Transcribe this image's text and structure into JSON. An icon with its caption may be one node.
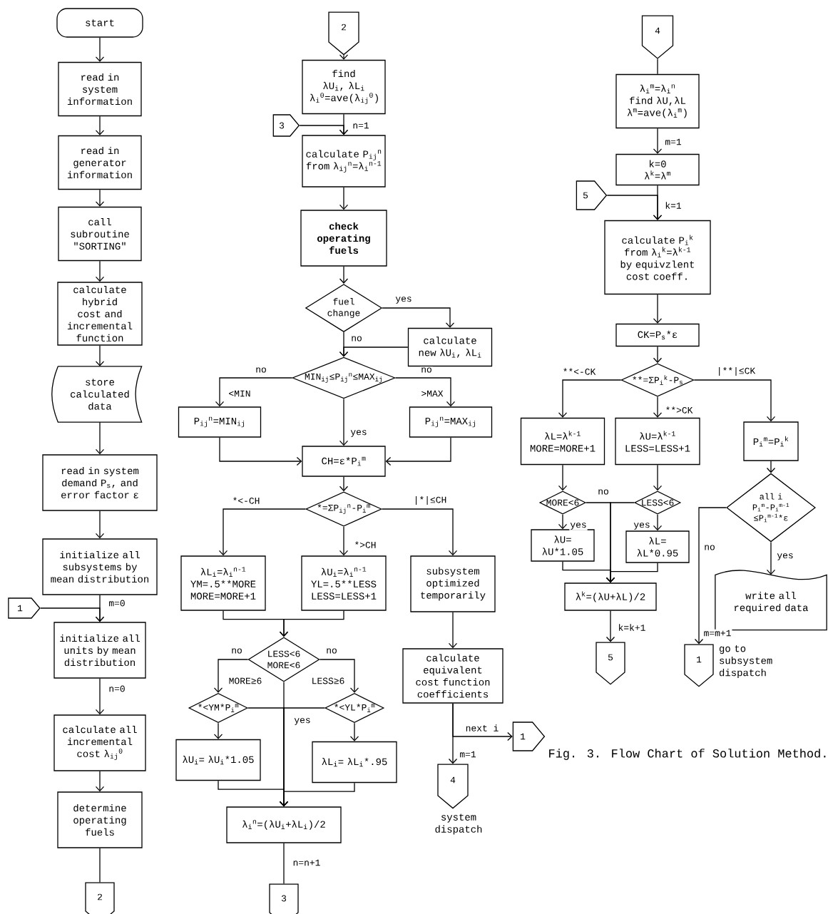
{
  "diagram": {
    "caption": "Fig. 3.  Flow Chart of Solution Method.",
    "nodes": [
      {
        "text": [
          "start"
        ]
      },
      {
        "text": [
          "read in system information"
        ]
      },
      {
        "text": [
          "read in generator information"
        ]
      },
      {
        "text": [
          "call subroutine \"SORTING\""
        ]
      },
      {
        "text": [
          "calculate hybrid cost and incremental function"
        ]
      },
      {
        "text": [
          "store calculated data"
        ]
      },
      {
        "text": [
          "read in system demand P$_{s}$, and error factor ε"
        ]
      },
      {
        "text": [
          "initialize all subsystems by mean distribution"
        ]
      },
      {
        "text": [
          "1"
        ]
      },
      {
        "text": [
          "initialize all units by mean distribution"
        ]
      },
      {
        "text": [
          "calculate all incremental cost λ$_{ij}$$^{0}$"
        ]
      },
      {
        "text": [
          "determine operating fuels"
        ]
      },
      {
        "text": [
          "2"
        ]
      },
      {
        "text": [
          "2"
        ]
      },
      {
        "text": [
          "find λU$_{i}$, λL$_{i}$ λ$_{i}$$^{0}$=ave(λ$_{ij}$$^{0}$)"
        ]
      },
      {
        "text": [
          "3"
        ]
      },
      {
        "text": [
          "calculate P$_{ij}$$^{n}$ from λ$_{ij}$$^{n}$=λ$_{i}$$^{n-1}$"
        ]
      },
      {
        "text": [
          "check operating fuels"
        ]
      },
      {
        "text": [
          "fuel change"
        ]
      },
      {
        "text": [
          "calculate new λU$_{i}$, λL$_{i}$"
        ]
      },
      {
        "text": [
          "MIN$_{ij}$≤P$_{ij}$$^{n}$≤MAX$_{ij}$"
        ]
      },
      {
        "text": [
          "P$_{ij}$$^{n}$=MIN$_{ij}$"
        ]
      },
      {
        "text": [
          "P$_{ij}$$^{n}$=MAX$_{ij}$"
        ]
      },
      {
        "text": [
          "CH=ε*P$_{i}$$^{m}$"
        ]
      },
      {
        "text": [
          "*=ΣP$_{ij}$$^{n}$-P$_{i}$$^{m}$"
        ]
      },
      {
        "text": [
          "λL$_{i}$=λ$_{i}$$^{n-1}$ YM=.5**MORE MORE=MORE+1"
        ]
      },
      {
        "text": [
          "λU$_{i}$=λ$_{i}$$^{n-1}$ YL=.5**LESS LESS=LESS+1"
        ]
      },
      {
        "text": [
          "subsystem optimized temporarily"
        ]
      },
      {
        "text": [
          "LESS<6 MORE<6"
        ]
      },
      {
        "text": [
          "*<YM*P$_{i}$$^{m}$"
        ]
      },
      {
        "text": [
          "*<YL*P$_{i}$$^{m}$"
        ]
      },
      {
        "text": [
          "λU$_{i}$= λU$_{i}$*1.05"
        ]
      },
      {
        "text": [
          "λL$_{i}$= λL$_{i}$*.95"
        ]
      },
      {
        "text": [
          "λ$_{i}$$^{n}$=(λU$_{i}$+λL$_{i}$)/2"
        ]
      },
      {
        "text": [
          "3"
        ]
      },
      {
        "text": [
          "calculate equivalent cost function coefficients"
        ]
      },
      {
        "text": [
          "1"
        ]
      },
      {
        "text": [
          "4"
        ],
        "beside": [
          "system dispatch"
        ]
      },
      {
        "text": [
          "4"
        ]
      },
      {
        "text": [
          "λ$_{i}$$^{m}$=λ$_{i}$$^{n}$ find λU,λL λ$^{m}$=ave(λ$_{i}$$^{m}$)"
        ]
      },
      {
        "text": [
          "k=0 λ$^{k}$=λ$^{m}$"
        ]
      },
      {
        "text": [
          "5"
        ]
      },
      {
        "text": [
          "calculate P$_{i}$$^{k}$ from λ$_{i}$$^{k}$=λ$^{k-1}$ by equivzlent cost coeff."
        ]
      },
      {
        "text": [
          "CK=P$_{s}$*ε"
        ]
      },
      {
        "text": [
          "**=ΣP$_{i}$$^{k}$-P$_{s}$"
        ]
      },
      {
        "text": [
          "λL=λ$^{k-1}$ MORE=MORE+1"
        ]
      },
      {
        "text": [
          "λU=λ$^{k-1}$ LESS=LESS+1"
        ]
      },
      {
        "text": [
          "P$_{i}$$^{m}$=P$_{i}$$^{k}$"
        ]
      },
      {
        "text": [
          "MORE<6"
        ]
      },
      {
        "text": [
          "LESS<6"
        ]
      },
      {
        "text": [
          "all i P$_{i}$$^{m}$-P$_{i}$$^{m-1}$ ≤P$_{i}$$^{m-1}$*ε"
        ]
      },
      {
        "text": [
          "λU= λU*1.05"
        ]
      },
      {
        "text": [
          "λL= λL*0.95"
        ]
      },
      {
        "text": [
          "λ$^{k}$=(λU+λL)/2"
        ]
      },
      {
        "text": [
          "5"
        ]
      },
      {
        "text": [
          "write all required data"
        ]
      },
      {
        "text": [
          "1"
        ],
        "beside": [
          "go to subsystem dispatch"
        ]
      }
    ],
    "edges": [
      {
        "from": 0,
        "to": 1,
        "arrow": "to"
      },
      {
        "from": 1,
        "to": 2,
        "arrow": "to"
      },
      {
        "from": 2,
        "to": 3,
        "arrow": "to"
      },
      {
        "from": 3,
        "to": 4,
        "arrow": "to"
      },
      {
        "from": 4,
        "to": 5,
        "arrow": "to"
      },
      {
        "from": 5,
        "to": 6,
        "arrow": "to"
      },
      {
        "from": 6,
        "to": 7,
        "arrow": "to"
      },
      {
        "from": 7,
        "to": 9,
        "arrow": "to",
        "label": "m=0"
      },
      {
        "from": 8,
        "to": 9,
        "arrow": "to"
      },
      {
        "from": 9,
        "to": 10,
        "arrow": "to",
        "label": "n=0"
      },
      {
        "from": 10,
        "to": 11,
        "arrow": "to"
      },
      {
        "from": 11,
        "to": 12,
        "arrow": "none"
      },
      {
        "from": 13,
        "to": 14,
        "arrow": "to"
      },
      {
        "from": 14,
        "to": 16,
        "arrow": "to",
        "label": "n=1"
      },
      {
        "from": 15,
        "to": 16,
        "arrow": "to"
      },
      {
        "from": 16,
        "to": 17,
        "arrow": "to"
      },
      {
        "from": 17,
        "to": 18,
        "arrow": "to"
      },
      {
        "from": 18,
        "to": 19,
        "arrow": "to",
        "label": "yes"
      },
      {
        "from": 18,
        "to": 20,
        "arrow": "to",
        "label": "no"
      },
      {
        "from": 19,
        "to": 20,
        "arrow": "to"
      },
      {
        "from": 20,
        "to": 21,
        "arrow": "to",
        "label": "no"
      },
      {
        "from": 20,
        "to": 22,
        "arrow": "to",
        "label": "no"
      },
      {
        "from": 20,
        "to": 23,
        "arrow": "to",
        "label": "yes"
      },
      {
        "from": 21,
        "to": 23,
        "arrow": "to"
      },
      {
        "from": 22,
        "to": 23,
        "arrow": "to"
      },
      {
        "from": 23,
        "to": 24,
        "arrow": "to"
      },
      {
        "from": 24,
        "to": 25,
        "arrow": "to",
        "label": "*<-CH"
      },
      {
        "from": 24,
        "to": 26,
        "arrow": "to",
        "label": "*>CH"
      },
      {
        "from": 24,
        "to": 27,
        "arrow": "to",
        "label": "|*|≤CH"
      },
      {
        "from": 25,
        "to": 28,
        "arrow": "to"
      },
      {
        "from": 26,
        "to": 28,
        "arrow": "to"
      },
      {
        "from": 28,
        "to": 29,
        "arrow": "to",
        "label": "no"
      },
      {
        "from": 28,
        "to": 30,
        "arrow": "to",
        "label": "no"
      },
      {
        "from": 28,
        "to": 33,
        "arrow": "to",
        "label": "yes"
      },
      {
        "from": 29,
        "to": 33,
        "arrow": "to"
      },
      {
        "from": 30,
        "to": 33,
        "arrow": "to"
      },
      {
        "from": 29,
        "to": 31,
        "arrow": "to"
      },
      {
        "from": 30,
        "to": 32,
        "arrow": "to"
      },
      {
        "from": 31,
        "to": 33,
        "arrow": "to"
      },
      {
        "from": 32,
        "to": 33,
        "arrow": "to"
      },
      {
        "from": 33,
        "to": 34,
        "arrow": "none",
        "label": "n=n+1"
      },
      {
        "from": 27,
        "to": 35,
        "arrow": "to"
      },
      {
        "from": 35,
        "to": 36,
        "arrow": "to",
        "label": "next i"
      },
      {
        "from": 35,
        "to": 37,
        "arrow": "to",
        "label": "m=1"
      },
      {
        "from": 38,
        "to": 39,
        "arrow": "none"
      },
      {
        "from": 39,
        "to": 40,
        "arrow": "to",
        "label": "m=1"
      },
      {
        "from": 40,
        "to": 42,
        "arrow": "to",
        "label": "k=1"
      },
      {
        "from": 41,
        "to": 42,
        "arrow": "to"
      },
      {
        "from": 42,
        "to": 43,
        "arrow": "to"
      },
      {
        "from": 43,
        "to": 44,
        "arrow": "to"
      },
      {
        "from": 44,
        "to": 45,
        "arrow": "to",
        "label": "**<-CK"
      },
      {
        "from": 44,
        "to": 46,
        "arrow": "to",
        "label": "**>CK"
      },
      {
        "from": 44,
        "to": 47,
        "arrow": "to",
        "label": "|**|≤CK"
      },
      {
        "from": 45,
        "to": 48,
        "arrow": "to"
      },
      {
        "from": 46,
        "to": 49,
        "arrow": "to"
      },
      {
        "from": 48,
        "to": 51,
        "arrow": "to",
        "label": "yes"
      },
      {
        "from": 49,
        "to": 52,
        "arrow": "to",
        "label": "yes"
      },
      {
        "from": 48,
        "to": 53,
        "arrow": "to",
        "label": "no"
      },
      {
        "from": 49,
        "to": 53,
        "arrow": "to"
      },
      {
        "from": 51,
        "to": 53,
        "arrow": "to"
      },
      {
        "from": 52,
        "to": 53,
        "arrow": "to"
      },
      {
        "from": 53,
        "to": 54,
        "arrow": "to",
        "label": "k=k+1"
      },
      {
        "from": 47,
        "to": 50,
        "arrow": "to"
      },
      {
        "from": 50,
        "to": 55,
        "arrow": "to",
        "label": "yes"
      },
      {
        "from": 50,
        "to": 56,
        "arrow": "to",
        "label": "no"
      }
    ],
    "labels": [
      "<MIN",
      ">MAX",
      "MORE≥6",
      "LESS≥6",
      "m=m+1"
    ]
  }
}
